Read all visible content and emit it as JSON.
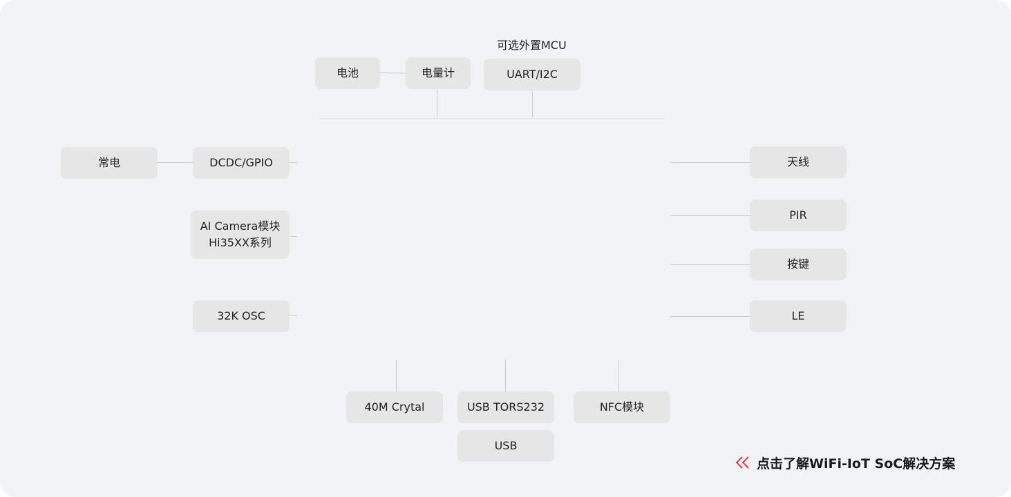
{
  "diagram": {
    "mcu_note": "可选外置MCU",
    "top": {
      "battery": "电池",
      "fuel_gauge": "电量计",
      "uart_i2c": "UART/I2C"
    },
    "left": {
      "power": "常电",
      "dcdc_gpio": "DCDC/GPIO",
      "ai_camera_line1": "AI Camera模块",
      "ai_camera_line2": "Hi35XX系列",
      "osc_32k": "32K OSC"
    },
    "right": {
      "antenna": "天线",
      "pir": "PIR",
      "key": "按键",
      "le": "LE"
    },
    "bottom": {
      "crystal": "40M Crytal",
      "usb_tors232": "USB TORS232",
      "usb": "USB",
      "nfc": "NFC模块"
    }
  },
  "cta": {
    "label": "点击了解WiFi-IoT SoC解决方案",
    "icon": "double-chevron-left-icon",
    "icon_color": "#e8383d"
  },
  "colors": {
    "background": "#f2f3f7",
    "box": "#e6e6e6",
    "line": "#cccccc",
    "text": "#222222",
    "accent": "#e8383d"
  }
}
